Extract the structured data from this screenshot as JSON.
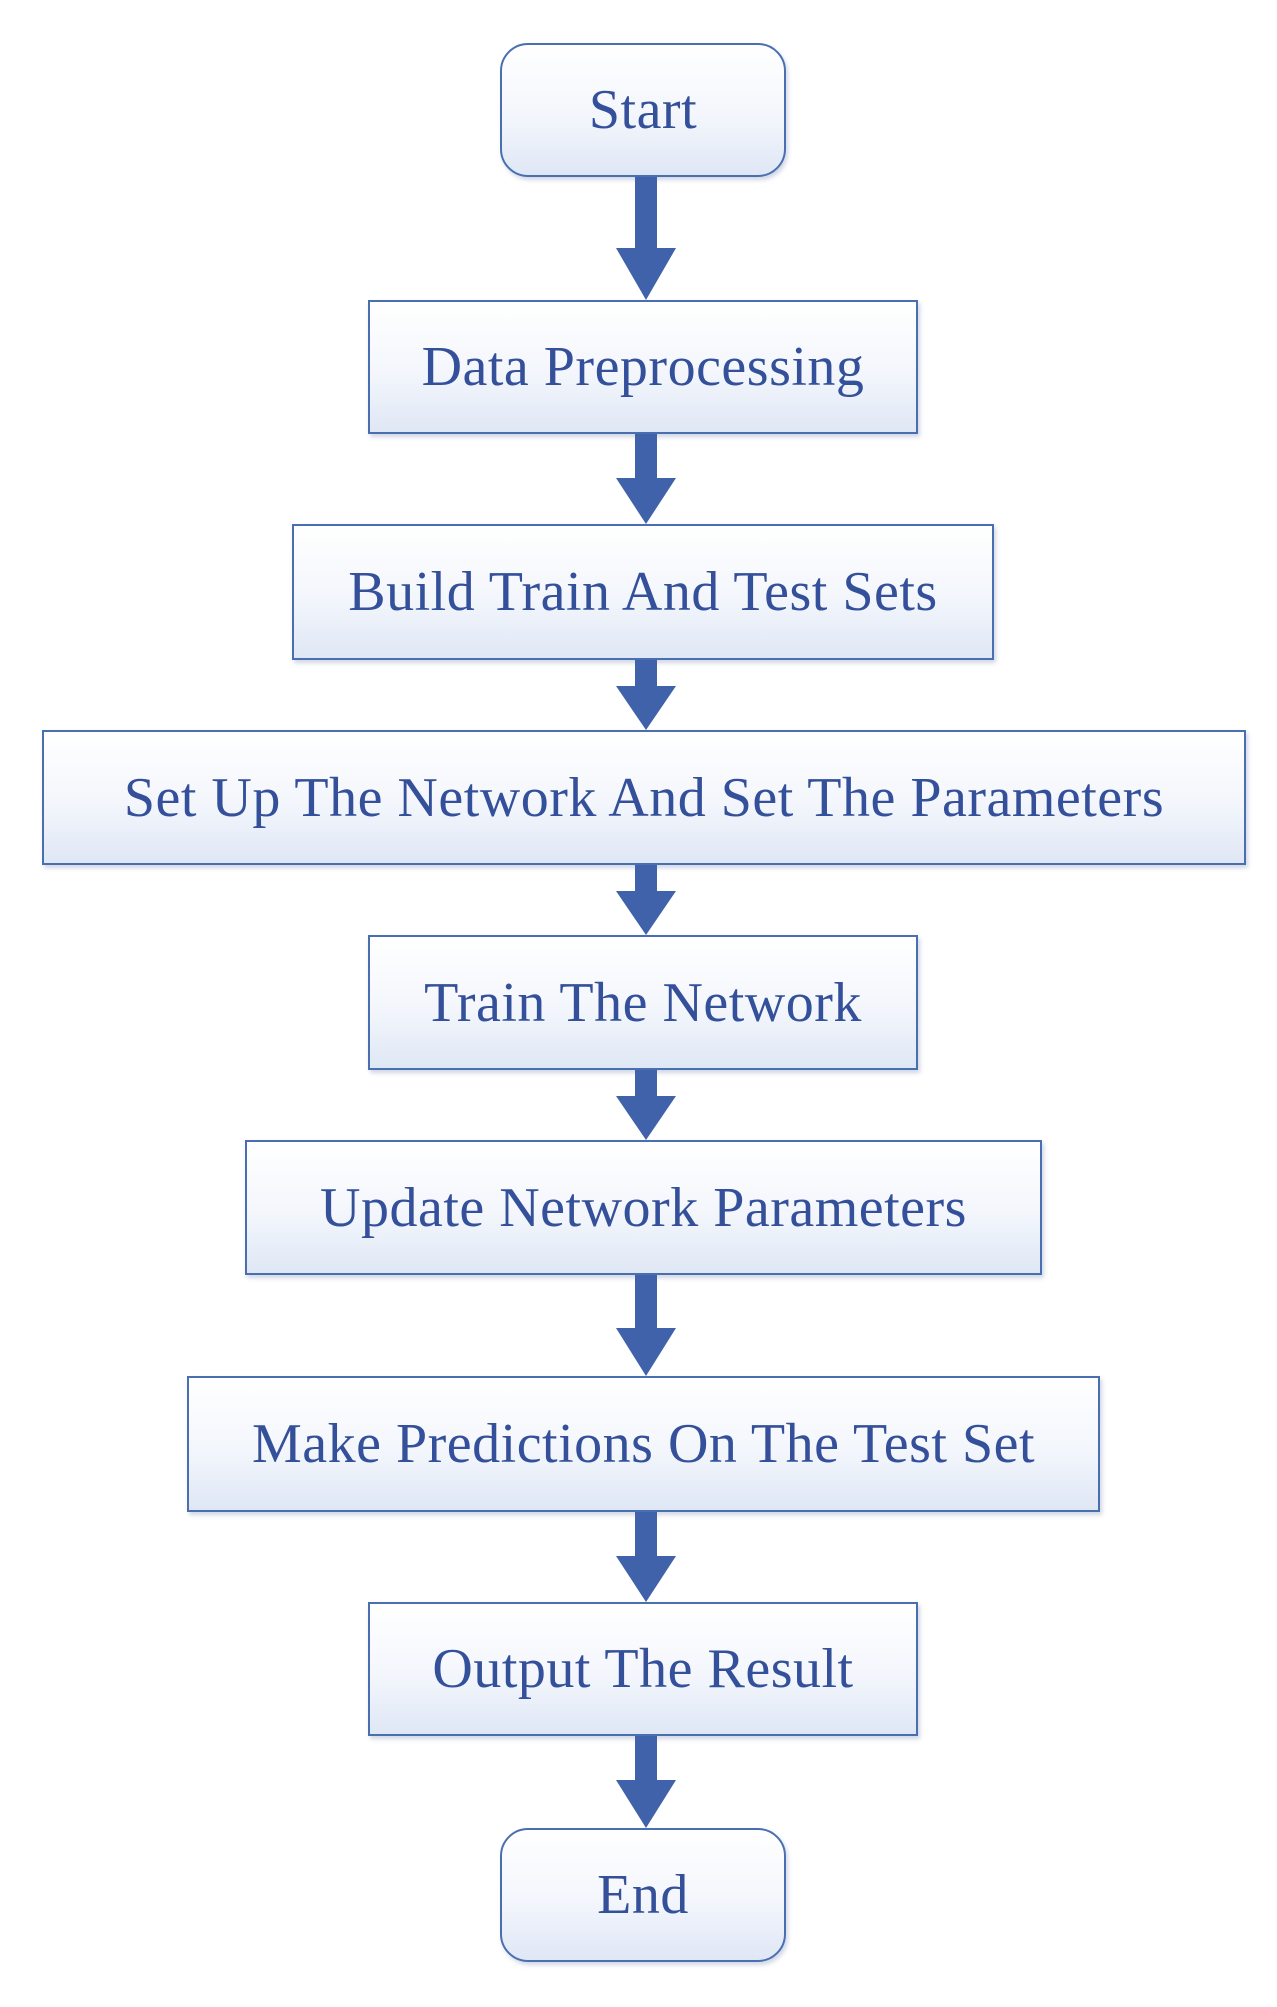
{
  "colors": {
    "node_border": "#4a6fb0",
    "node_text": "#34509a",
    "arrow": "#3f62ab"
  },
  "flowchart": {
    "start_label": "Start",
    "steps": [
      "Data Preprocessing",
      "Build Train And Test Sets",
      "Set Up The Network And Set The Parameters",
      "Train The Network",
      "Update Network Parameters",
      "Make Predictions On The Test Set",
      "Output The Result"
    ],
    "end_label": "End"
  }
}
